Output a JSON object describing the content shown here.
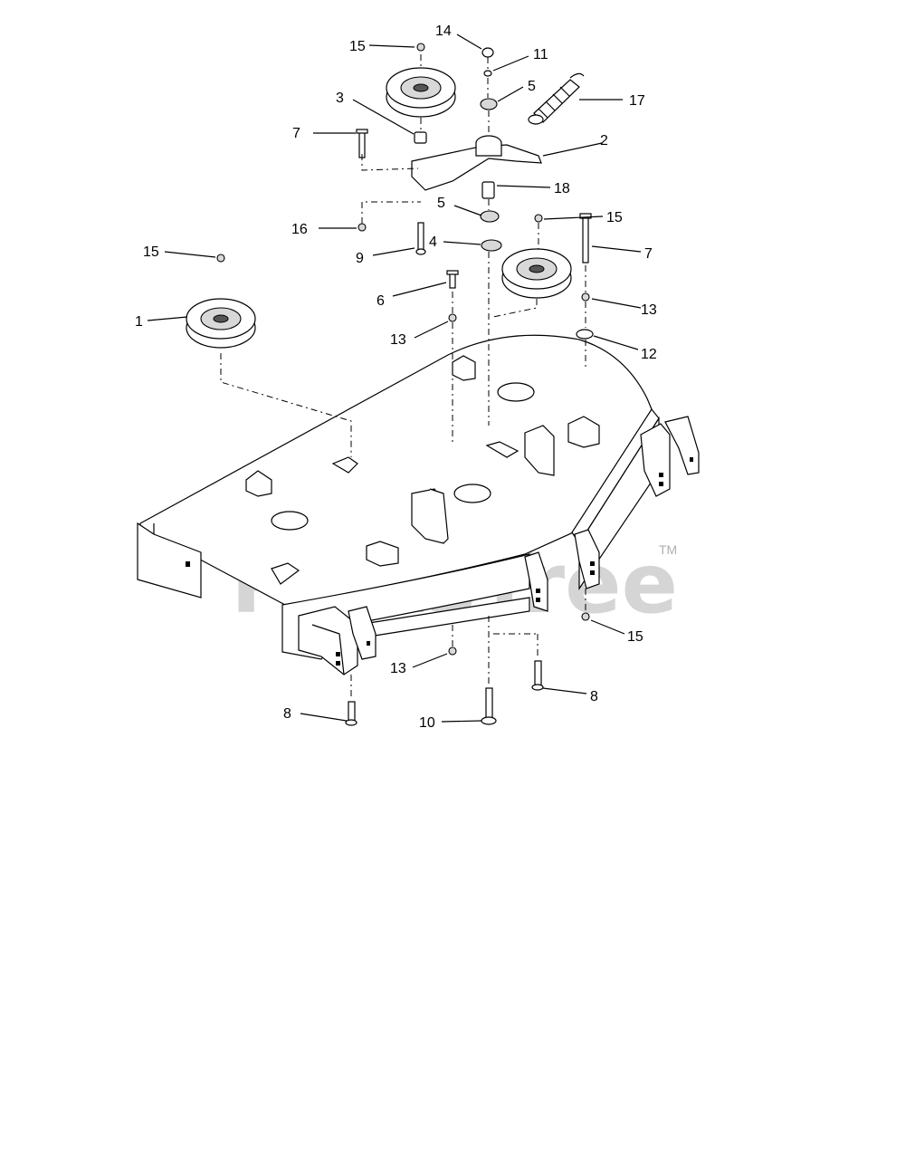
{
  "watermark": {
    "brand": "PartsTree",
    "trademark": "TM"
  },
  "callouts": [
    "1",
    "2",
    "3",
    "4",
    "5",
    "5",
    "6",
    "7",
    "7",
    "8",
    "8",
    "9",
    "10",
    "11",
    "12",
    "13",
    "13",
    "13",
    "14",
    "15",
    "15",
    "15",
    "15",
    "16",
    "17",
    "18"
  ]
}
